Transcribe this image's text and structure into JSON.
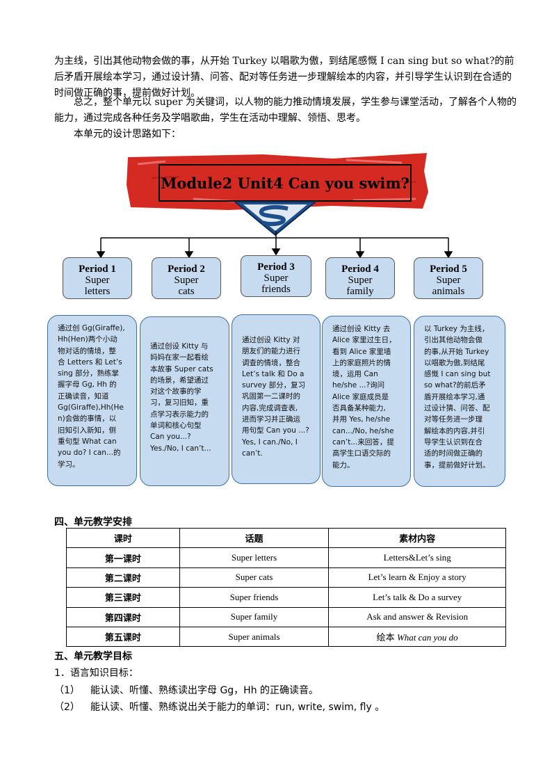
{
  "intro": {
    "p1": "为主线，引出其他动物会做的事，从开始 Turkey 以唱歌为傲，到结尾感慨 I can sing but so what?的前后矛盾开展绘本学习，通过设计猜、问答、配对等任务进一步理解绘本的内容，并引导学生认识到在合适的时间做正确的事，提前做好计划。",
    "p2": "总之，整个单元以 super 为关键词，以人物的能力推动情境发展，学生参与课堂活动，了解各个人物的能力，通过完成各种任务及学唱歌曲，学生在活动中理解、领悟、思考。",
    "p3": "本单元的设计思路如下："
  },
  "diagram": {
    "title": "Module2 Unit4 Can you swim?",
    "periods": [
      {
        "title": "Period 1",
        "line1": "Super",
        "line2": "letters"
      },
      {
        "title": "Period 2",
        "line1": "Super",
        "line2": "cats"
      },
      {
        "title": "Period 3",
        "line1": "Super",
        "line2": "friends"
      },
      {
        "title": "Period 4",
        "line1": "Super",
        "line2": "family"
      },
      {
        "title": "Period 5",
        "line1": "Super",
        "line2": "animals"
      }
    ],
    "descs": [
      [
        "通过创 Gg(Giraffe),",
        "Hh(Hen)两个小动",
        "物对话的情境，整",
        "合 Letters 和 Let’s",
        "sing 部分，熟练掌",
        "握字母 Gg, Hh 的",
        "正确读音，知道",
        "Gg(Giraffe),Hh(He",
        "n)会做的事情，以",
        "旧知引入新知，侧",
        "重句型 What can",
        "you do? I can...的",
        "学习。"
      ],
      [
        "通过创设 Kitty 与",
        "妈妈在家一起看绘",
        "本故事 Super cats",
        "的场景，希望通过",
        "对这个故事的学",
        "习，复习旧知，重",
        "点学习表示能力的",
        "单词和核心句型",
        "Can you...?",
        "Yes./No, I can’t..."
      ],
      [
        "通过创设 Kitty 对",
        "朋友们的能力进行",
        "调查的情境，整合",
        "Let’s talk 和 Do a",
        "survey 部分，复习",
        "巩固第一二课时的",
        "内容,完成调查表,",
        "进而学习并正确运",
        "用句型 Can you ...?",
        "Yes, I can./No, I",
        "can’t."
      ],
      [
        "通过创设 Kitty 去",
        "Alice 家里过生日，",
        "看到 Alice 家里墙",
        "上的家庭照片的情",
        "境，运用 Can",
        "he/she ...?询问",
        "Alice 家庭成员是",
        "否具备某种能力,",
        "并用 Yes, he/she",
        "can.../No, he/she",
        "can’t...来回答，提",
        "高学生口语交际的",
        "能力。"
      ],
      [
        "以 Turkey 为主线，",
        "引出其他动物会做",
        "的事,从开始 Turkey",
        "以唱歌为傲,到结尾",
        "感慨 I can sing but",
        "so what?的前后矛",
        "盾开展绘本学习,通",
        "过设计猜、问答、配",
        "对等任务进一步理",
        "解绘本的内容,并引",
        "导学生认识到在合",
        "适的时间做正确的",
        "事，提前做好计划。"
      ]
    ]
  },
  "section4": {
    "heading": "四、单元教学安排",
    "headers": [
      "课时",
      "话题",
      "素材内容"
    ],
    "rows": [
      [
        "第一课时",
        "Super letters",
        "Letters&Let’s  sing"
      ],
      [
        "第二课时",
        "Super  cats",
        "Let’s learn  & Enjoy  a story"
      ],
      [
        "第三课时",
        "Super friends",
        "Let’s talk  & Do a survey"
      ],
      [
        "第四课时",
        "Super family",
        "Ask and answer  & Revision"
      ],
      [
        "第五课时",
        "Super  animals",
        "绘本"
      ]
    ],
    "last_italic": "What can you do"
  },
  "section5": {
    "heading": "五、单元教学目标",
    "l1": "1．语言知识目标：",
    "l2_num": "（1）",
    "l2": "能认读、听懂、熟练读出字母 Gg，Hh 的正确读音。",
    "l3_num": "（2）",
    "l3": "能认读、听懂、熟练说出关于能力的单词：run, write, swim, fly 。"
  },
  "colors": {
    "banner_red": "#d42a22",
    "box_fill": "#c6dbef",
    "box_border": "#3b6ea8"
  }
}
